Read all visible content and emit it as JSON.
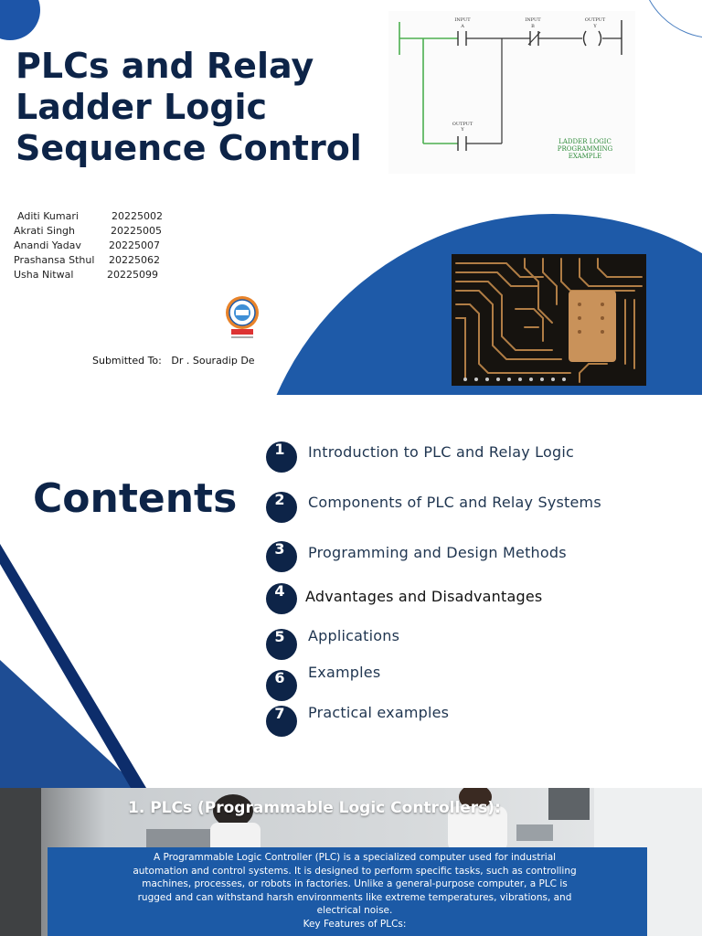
{
  "slide1": {
    "title_lines": [
      "PLCs and Relay",
      "Ladder Logic",
      "Sequence Control"
    ],
    "diagram": {
      "rung1_labels": [
        "INPUT",
        "A",
        "INPUT",
        "B",
        "OUTPUT",
        "Y"
      ],
      "rung2_labels": [
        "OUTPUT",
        "Y"
      ],
      "caption_lines": [
        "LADDER LOGIC",
        "PROGRAMMING",
        "EXAMPLE"
      ]
    },
    "members": [
      {
        "name": "Aditi Kumari",
        "id": "20225002"
      },
      {
        "name": "Akrati Singh",
        "id": "20225005"
      },
      {
        "name": "Anandi Yadav",
        "id": "20225007"
      },
      {
        "name": "Prashansa Sthul",
        "id": "20225062"
      },
      {
        "name": "Usha Nitwal",
        "id": "20225099"
      }
    ],
    "submitted_label": "Submitted  To:",
    "submitted_to": "Dr . Souradip De"
  },
  "slide2": {
    "heading": "Contents",
    "items": [
      {
        "number": "1",
        "label": "Introduction to PLC and Relay Logic"
      },
      {
        "number": "2",
        "label": "Components of PLC and Relay Systems"
      },
      {
        "number": "3",
        "label": "Programming and Design Methods"
      },
      {
        "number": "4",
        "label": "Advantages and Disadvantages"
      },
      {
        "number": "5",
        "label": "Applications"
      },
      {
        "number": "6",
        "label": "Examples"
      },
      {
        "number": "7",
        "label": "Practical examples"
      }
    ]
  },
  "slide3": {
    "heading": "1. PLCs (Programmable Logic Controllers):",
    "paragraph_lines": [
      "A Programmable Logic Controller (PLC) is a specialized computer used for industrial",
      "automation and control systems. It is designed to perform specific tasks, such as controlling",
      "machines, processes, or robots in factories. Unlike a general-purpose computer, a PLC is",
      "rugged and can withstand harsh environments like extreme temperatures, vibrations, and",
      "electrical noise.",
      "Key Features of PLCs:"
    ]
  },
  "colors": {
    "navy": "#0d2448",
    "blue": "#1e5aa8",
    "text_box_blue": "#1c5aa6",
    "diagram_green": "#4caf50"
  }
}
